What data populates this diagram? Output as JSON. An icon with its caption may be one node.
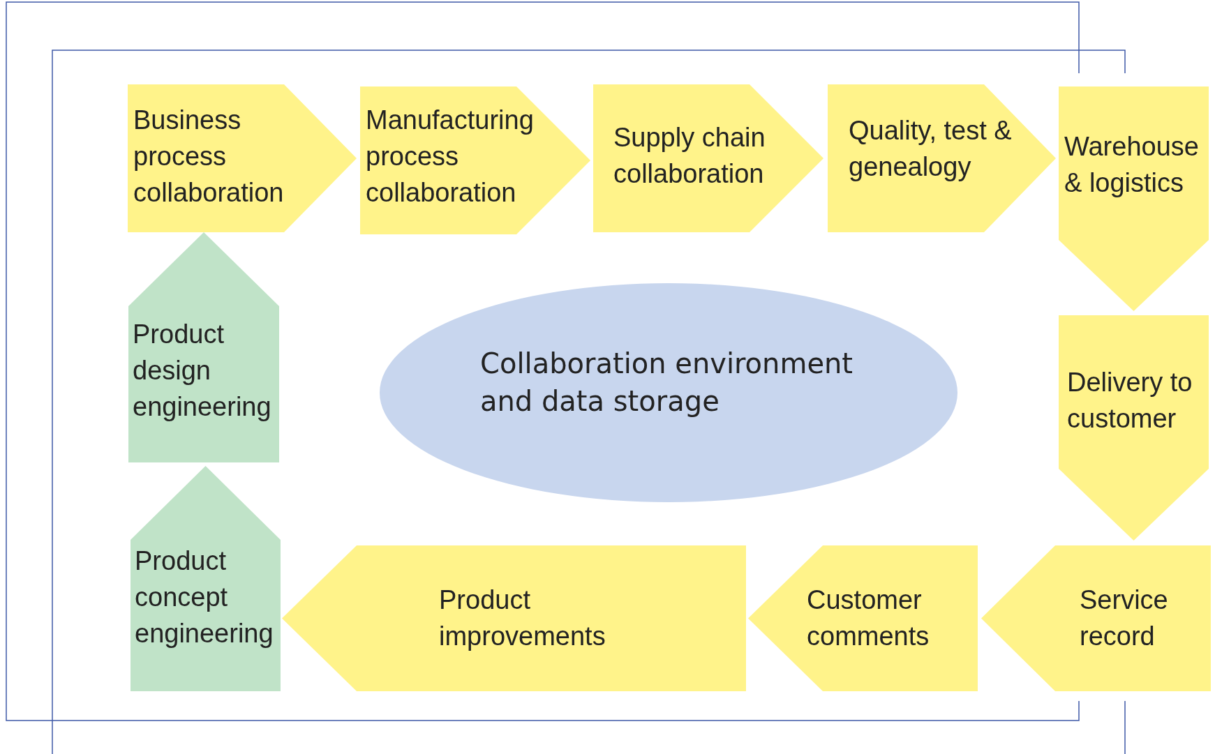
{
  "diagram": {
    "nodes": [
      {
        "text": [
          "Business process collaboration"
        ]
      },
      {
        "text": [
          "Manufacturing process collaboration"
        ]
      },
      {
        "text": [
          "Supply chain collaboration"
        ]
      },
      {
        "text": [
          "Quality, test & genealogy"
        ]
      },
      {
        "text": [
          "Warehouse & logistics"
        ]
      },
      {
        "text": [
          "Product design engineering"
        ]
      },
      {
        "text": [
          "Collaboration environment and data storage"
        ]
      },
      {
        "text": [
          "Delivery to customer"
        ]
      },
      {
        "text": [
          "Product concept engineering"
        ]
      },
      {
        "text": [
          "Product improvements"
        ]
      },
      {
        "text": [
          "Customer comments"
        ]
      },
      {
        "text": [
          "Service record"
        ]
      }
    ]
  }
}
